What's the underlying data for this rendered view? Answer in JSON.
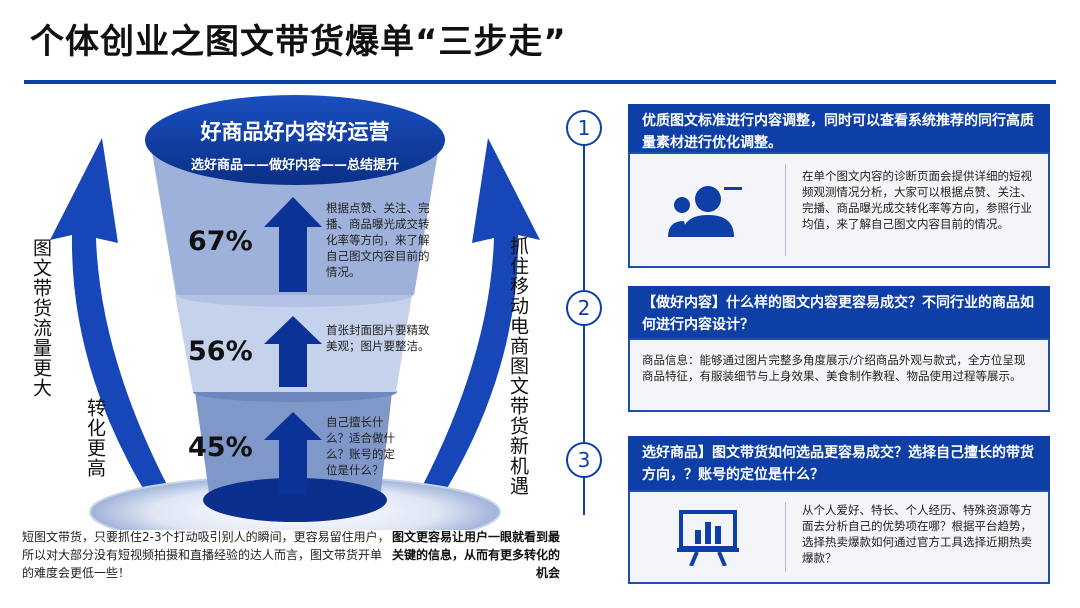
{
  "title": "个体创业之图文带货爆单“三步走”",
  "funnel": {
    "title": "好商品好内容好运营",
    "subtitle": "选好商品——做好内容——总结提升",
    "bands": [
      {
        "percent": "67%",
        "text": "根据点赞、关注、完播、商品曝光成交转化率等方向，来了解自己图文内容目前的情况。"
      },
      {
        "percent": "56%",
        "text": "首张封面图片要精致美观；图片要整洁。"
      },
      {
        "percent": "45%",
        "text": "自己擅长什么？适合做什么？账号的定位是什么？"
      }
    ],
    "left_arrow_text_1": "图文带货流量更大",
    "left_arrow_text_2": "转化更高",
    "right_arrow_text": "抓住移动电商图文带货新机遇",
    "bottom_left_text": "短图文带货，只要抓住2-3个打动吸引别人的瞬间，更容易留住用户，所以对大部分没有短视频拍摄和直播经验的达人而言，图文带货开单的难度会更低一些！",
    "bottom_right_text": "图文更容易让用户一眼就看到最关键的信息，从而有更多转化的机会"
  },
  "steps": [
    {
      "number": "1",
      "heading": "优质图文标准进行内容调整，同时可以查看系统推荐的同行高质量素材进行优化调整。",
      "body": "在单个图文内容的诊断页面会提供详细的短视频观测情况分析，大家可以根据点赞、关注、完播、商品曝光成交转化率等方向，参照行业均值，来了解自己图文内容目前的情况。",
      "icon": "users-icon"
    },
    {
      "number": "2",
      "heading": "【做好内容】什么样的图文内容更容易成交？不同行业的商品如何进行内容设计？",
      "body": "商品信息：能够通过图片完整多角度展示/介绍商品外观与款式，全方位呈现商品特征，有服装细节与上身效果、美食制作教程、物品使用过程等展示。"
    },
    {
      "number": "3",
      "heading": "选好商品】图文带货如何选品更容易成交？选择自己擅长的带货方向，？账号的定位是什么？",
      "body": "从个人爱好、特长、个人经历、特殊资源等方面去分析自己的优势项在哪？根据平台趋势，选择热卖爆款如何通过官方工具选择近期热卖爆款？",
      "icon": "presentation-chart-icon"
    }
  ],
  "colors": {
    "primary": "#0d3fa6",
    "band_dark": "#7f97c9",
    "band_mid": "#c5d2ec",
    "band_light": "#9db1da"
  }
}
